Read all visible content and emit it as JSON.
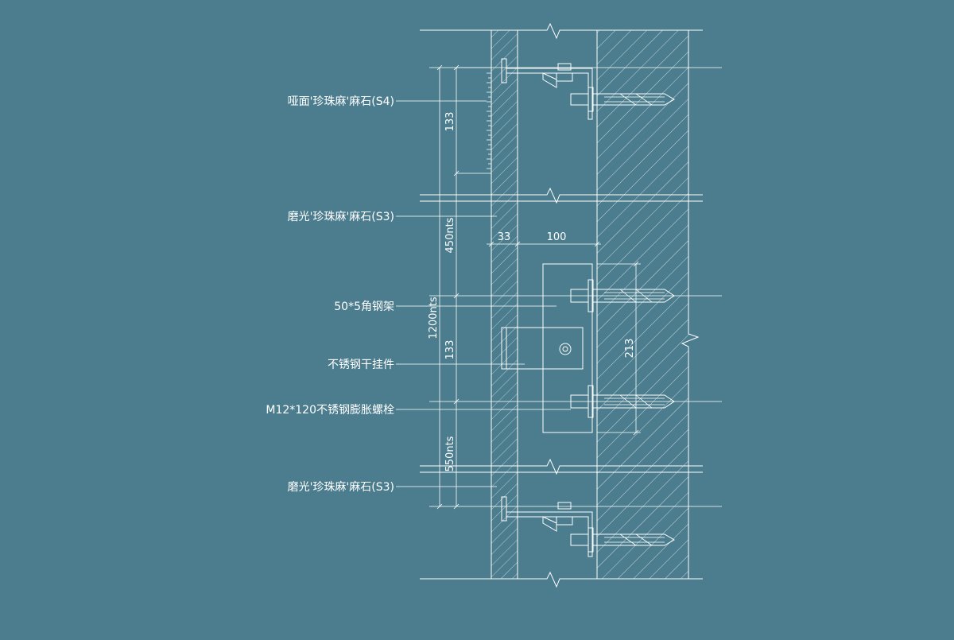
{
  "colors": {
    "background": "#4b7d8e",
    "line": "#ffffff",
    "hatch": "#ffffff"
  },
  "labels": {
    "s4": "哑面'珍珠麻'麻石(S4)",
    "s3_top": "磨光'珍珠麻'麻石(S3)",
    "angle": "50*5角钢架",
    "hanger": "不锈钢干挂件",
    "bolt": "M12*120不锈钢膨胀螺栓",
    "s3_bottom": "磨光'珍珠麻'麻石(S3)"
  },
  "dimensions": {
    "d133_top": "133",
    "d450": "450nts",
    "d1200": "1200nts",
    "d133_mid": "133",
    "d550": "550nts",
    "d33": "33",
    "d100": "100",
    "d213": "213"
  }
}
